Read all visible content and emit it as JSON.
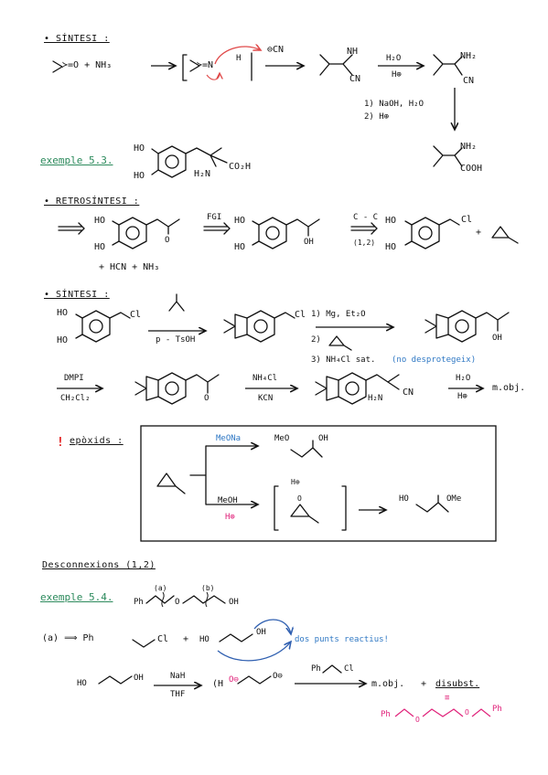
{
  "sec1": {
    "heading": "• SÍNTESI :",
    "reagents": "≻=O  +  NH₃",
    "imine": "≻=N",
    "h": "H",
    "cn_minus": "⊖CN",
    "nh": "NH",
    "cn": "CN",
    "step1_top": "H₂O",
    "step1_bottom": "H⊕",
    "nh2": "NH₂",
    "cn2": "CN",
    "hydrolysis_1": "1) NaOH, H₂O",
    "hydrolysis_2": "2) H⊕",
    "nh2_final": "NH₂",
    "cooh": "COOH"
  },
  "ex53": {
    "title": "exemple 5.3.",
    "ho_top": "HO",
    "ho_bottom": "HO",
    "h2n": "H₂N",
    "co2h": "CO₂H"
  },
  "retro": {
    "heading": "• RETROSÍNTESI :",
    "ho1": "HO",
    "ho2": "HO",
    "o": "O",
    "extra": "+ HCN + NH₃",
    "fgi": "FGI",
    "ho3": "HO",
    "ho4": "HO",
    "oh": "OH",
    "cc": "C - C",
    "cc_pos": "(1,2)",
    "ho5": "HO",
    "ho6": "HO",
    "cl": "Cl",
    "plus": "+"
  },
  "sec2": {
    "heading": "• SÍNTESI :",
    "ho1": "HO",
    "ho2": "HO",
    "cl1": "Cl",
    "ptsoh": "p - TsOH",
    "cl2": "Cl",
    "step1": "1) Mg, Et₂O",
    "step2": "2)",
    "step3": "3) NH₄Cl sat.",
    "no_deprotect": "(no desprotegeix)",
    "oh": "OH",
    "dmp": "DMPI",
    "ch2cl2": "CH₂Cl₂",
    "o": "O",
    "nh4cl": "NH₄Cl",
    "kcn": "KCN",
    "h2n": "H₂N",
    "cn": "CN",
    "h2o": "H₂O",
    "hplus": "H⊕",
    "product": "m.obj."
  },
  "epox": {
    "bang": "!",
    "title": "epòxids :",
    "meona": "MeONa",
    "meo": "MeO",
    "oh1": "OH",
    "meoh": "MeOH",
    "hplus": "H⊕",
    "hplus2": "H⊕",
    "o": "O",
    "ho": "HO",
    "ome": "OMe"
  },
  "desc": {
    "heading": "Desconnexions (1,2)",
    "ex_title": "exemple 5.4.",
    "ph": "Ph",
    "label_a": "(a)",
    "label_b": "(b)",
    "o": "O",
    "oh": "OH",
    "route_a": "(a)  ⟹  Ph",
    "cl": "Cl",
    "plus1": "+",
    "ho": "HO",
    "oh2": "OH",
    "reactive": "dos punts reactius!",
    "ho2": "HO",
    "oh3": "OH",
    "nah": "NaH",
    "thf": "THF",
    "dianion_h": "(H",
    "dianion_o": "O⊖",
    "dianion_close": ")",
    "dianion_o2": "O⊖",
    "ph2": "Ph",
    "cl2": "Cl",
    "product": "m.obj.",
    "plus2": "+",
    "disubst": "disubst.",
    "equals": "≡",
    "ph3": "Ph",
    "o2": "O",
    "o3": "O",
    "ph4": "Ph"
  }
}
